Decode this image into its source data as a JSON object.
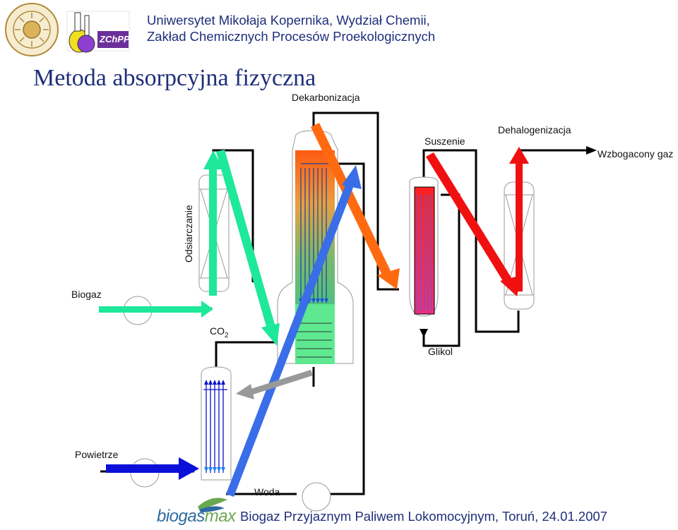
{
  "header": {
    "line1": "Uniwersytet Mikołaja Kopernika, Wydział Chemii,",
    "line2": "Zakład Chemicznych Procesów Proekologicznych",
    "logo_zchpp": "ZChPP"
  },
  "title": "Metoda absorpcyjna fizyczna",
  "labels": {
    "dekarbonizacja": "Dekarbonizacja",
    "suszenie": "Suszenie",
    "dehalogenizacja": "Dehalogenizacja",
    "wzbogacony_gaz": "Wzbogacony gaz",
    "odsiarczanie": "Odsiarczanie",
    "biogaz": "Biogaz",
    "co2_main": "CO",
    "co2_sub": "2",
    "glikol": "Glikol",
    "powietrze": "Powietrze",
    "woda": "Woda"
  },
  "footer": {
    "text": "Biogaz Przyjaznym Paliwem Lokomocyjnym, Toruń, 24.01.2007",
    "logo_part1": "biogas",
    "logo_part2": "max"
  },
  "colors": {
    "header_text": "#1f2f7a",
    "arrow_green": "#1ee89a",
    "arrow_orange": "#ff6a10",
    "arrow_blue": "#3a6ee8",
    "arrow_red": "#f01010",
    "arrow_navy": "#0a10d8",
    "arrow_gray": "#999999"
  }
}
